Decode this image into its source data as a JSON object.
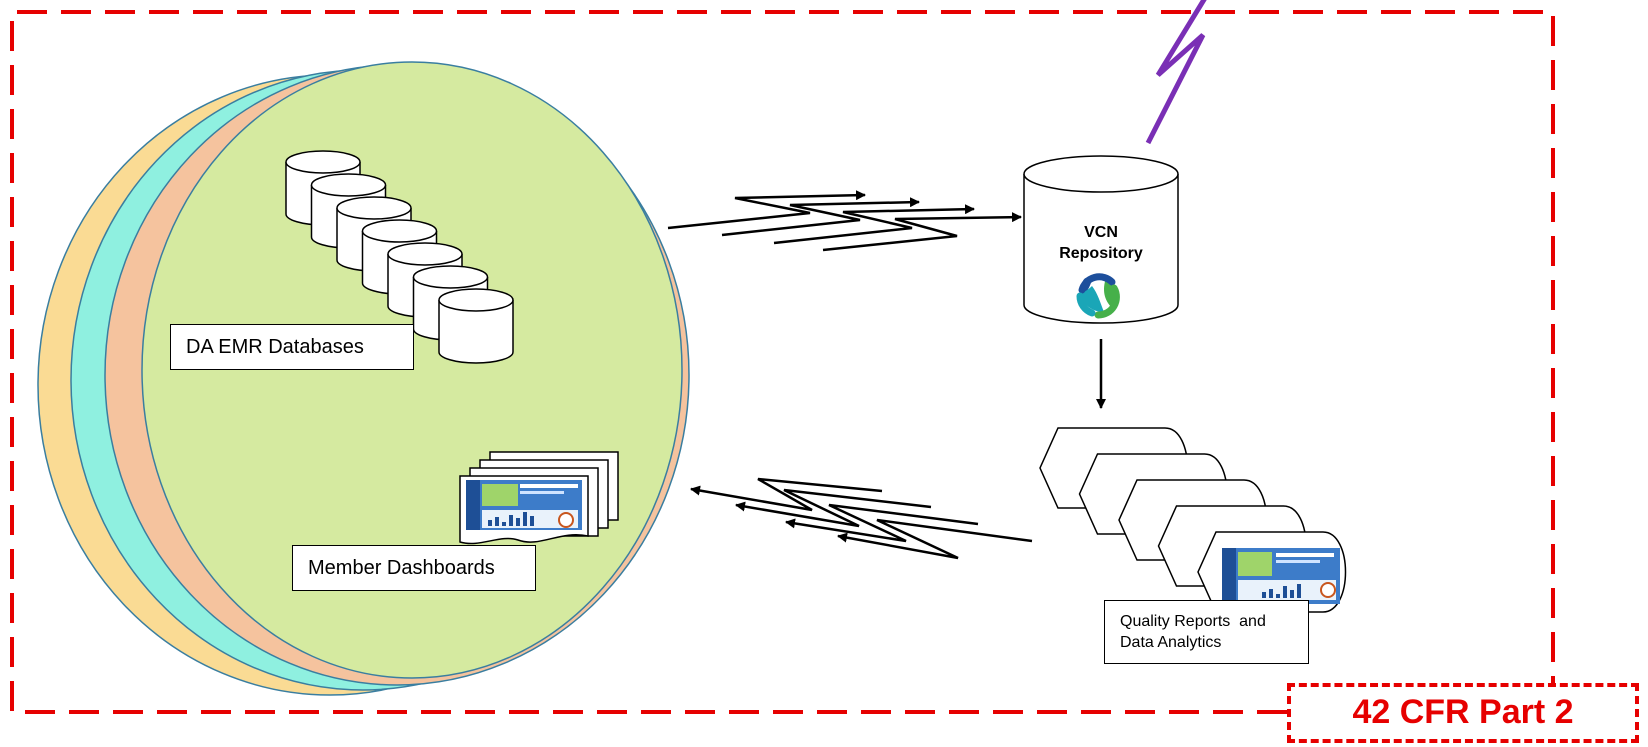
{
  "labels": {
    "databases": "DA EMR Databases",
    "dashboards": "Member Dashboards",
    "repository_line1": "VCN",
    "repository_line2": "Repository",
    "reports_line1": "Quality Reports  and",
    "reports_line2": "Data Analytics",
    "compliance": "42 CFR Part 2"
  },
  "colors": {
    "boundary": "#e60000",
    "circle_green": "#d5eaa0",
    "circle_salmon": "#f5c39e",
    "circle_teal": "#8ff0e0",
    "circle_yellow": "#fadb94",
    "lightning": "#7a2fb5",
    "logo_blue": "#1d4f9c",
    "logo_teal": "#1aa6b7",
    "logo_green": "#46b04a"
  },
  "icons": {
    "databases": "database-stack-icon",
    "repository": "database-cylinder-icon",
    "logo": "vcn-logo-icon",
    "dashboards": "dashboard-thumbnails-icon",
    "reports": "report-stack-icon",
    "link": "lightning-bolt-icon"
  }
}
